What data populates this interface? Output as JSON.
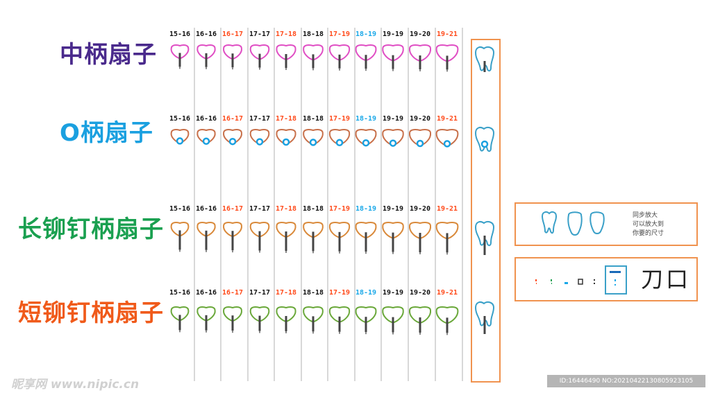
{
  "rows": [
    {
      "title": "中柄扇子",
      "title_color": "#4a2a8c",
      "fan_color": "#e04fc4",
      "handle": "stick",
      "sizes": [
        "15-16",
        "16-16",
        "16-17",
        "17-17",
        "17-18",
        "18-18",
        "17-19",
        "18-19",
        "19-19",
        "19-20",
        "19-21"
      ],
      "size_colors": [
        "#111111",
        "#111111",
        "#ff4a1a",
        "#111111",
        "#ff4a1a",
        "#111111",
        "#ff4a1a",
        "#1aa8e8",
        "#111111",
        "#111111",
        "#ff4a1a"
      ]
    },
    {
      "title": "O柄扇子",
      "title_color": "#1aa0e0",
      "fan_color": "#c8704a",
      "handle": "ring",
      "sizes": [
        "15-16",
        "16-16",
        "16-17",
        "17-17",
        "17-18",
        "18-18",
        "17-19",
        "18-19",
        "19-19",
        "19-20",
        "19-21"
      ],
      "size_colors": [
        "#111111",
        "#111111",
        "#ff4a1a",
        "#111111",
        "#ff4a1a",
        "#111111",
        "#ff4a1a",
        "#1aa8e8",
        "#111111",
        "#111111",
        "#ff4a1a"
      ]
    },
    {
      "title": "长铆钉柄扇子",
      "title_color": "#1aa050",
      "fan_color": "#d9893a",
      "handle": "long",
      "sizes": [
        "15-16",
        "16-16",
        "16-17",
        "17-17",
        "17-18",
        "18-18",
        "17-19",
        "18-19",
        "19-19",
        "19-20",
        "19-21"
      ],
      "size_colors": [
        "#111111",
        "#111111",
        "#ff4a1a",
        "#111111",
        "#ff4a1a",
        "#111111",
        "#ff4a1a",
        "#1aa8e8",
        "#111111",
        "#111111",
        "#ff4a1a"
      ]
    },
    {
      "title": "短铆钉柄扇子",
      "title_color": "#f05a1a",
      "fan_color": "#6aa83a",
      "handle": "short",
      "sizes": [
        "15-16",
        "16-16",
        "16-17",
        "17-17",
        "17-18",
        "18-18",
        "17-19",
        "18-19",
        "19-19",
        "19-20",
        "19-21"
      ],
      "size_colors": [
        "#111111",
        "#111111",
        "#ff4a1a",
        "#111111",
        "#ff4a1a",
        "#111111",
        "#ff4a1a",
        "#1aa8e8",
        "#111111",
        "#111111",
        "#ff4a1a"
      ]
    }
  ],
  "tooth_icon_color": "#3aa0c8",
  "accent_border_color": "#f0924e",
  "scale_note": {
    "lines": [
      "同步放大",
      "可以放大到",
      "你要的尺寸"
    ]
  },
  "knife_box": {
    "label": "刀口"
  },
  "watermark": {
    "site": "昵享网 www.nipic.cn",
    "id_text": "ID:16446490 NO:20210422130805923105"
  }
}
